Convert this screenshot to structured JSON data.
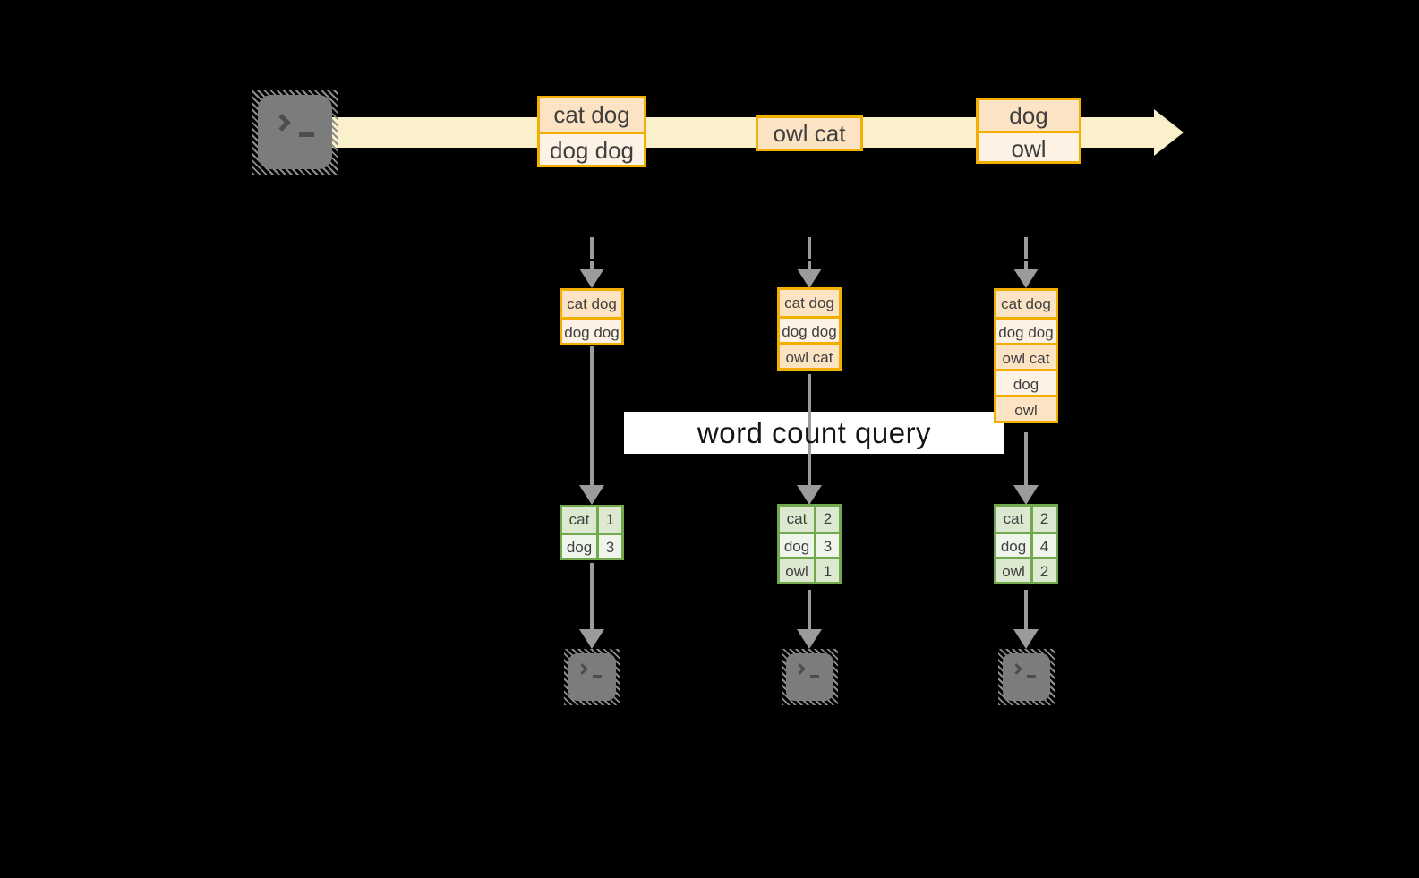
{
  "banner": {
    "label": "word count query"
  },
  "stream": {
    "events": [
      {
        "items": [
          "cat dog",
          "dog dog"
        ]
      },
      {
        "items": [
          "owl cat"
        ]
      },
      {
        "items": [
          "dog",
          "owl"
        ]
      }
    ]
  },
  "columns": [
    {
      "stack": [
        "cat dog",
        "dog dog"
      ],
      "counts": [
        {
          "word": "cat",
          "count": "1"
        },
        {
          "word": "dog",
          "count": "3"
        }
      ]
    },
    {
      "stack": [
        "cat dog",
        "dog dog",
        "owl cat"
      ],
      "counts": [
        {
          "word": "cat",
          "count": "2"
        },
        {
          "word": "dog",
          "count": "3"
        },
        {
          "word": "owl",
          "count": "1"
        }
      ]
    },
    {
      "stack": [
        "cat dog",
        "dog dog",
        "owl cat",
        "dog",
        "owl"
      ],
      "counts": [
        {
          "word": "cat",
          "count": "2"
        },
        {
          "word": "dog",
          "count": "4"
        },
        {
          "word": "owl",
          "count": "2"
        }
      ]
    }
  ],
  "icons": {
    "source": "terminal-icon",
    "sinks": "terminal-icon",
    "stream_arrow": "right-arrowhead",
    "flow_arrow": "down-arrowhead"
  },
  "colors": {
    "background": "#000000",
    "stream_band": "#FBF0CC",
    "amber_border": "#F3AF00",
    "peach_fill": "#FBE3C4",
    "cream_fill": "#FDF2E3",
    "green_border": "#72A94F",
    "green_dark_fill": "#DCE9D0",
    "green_light_fill": "#F0F5EB",
    "arrow_gray": "#9B9B9B",
    "terminal_gray": "#7C7C7C",
    "banner_background": "#FFFFFF",
    "text": "#3F3F3F"
  }
}
